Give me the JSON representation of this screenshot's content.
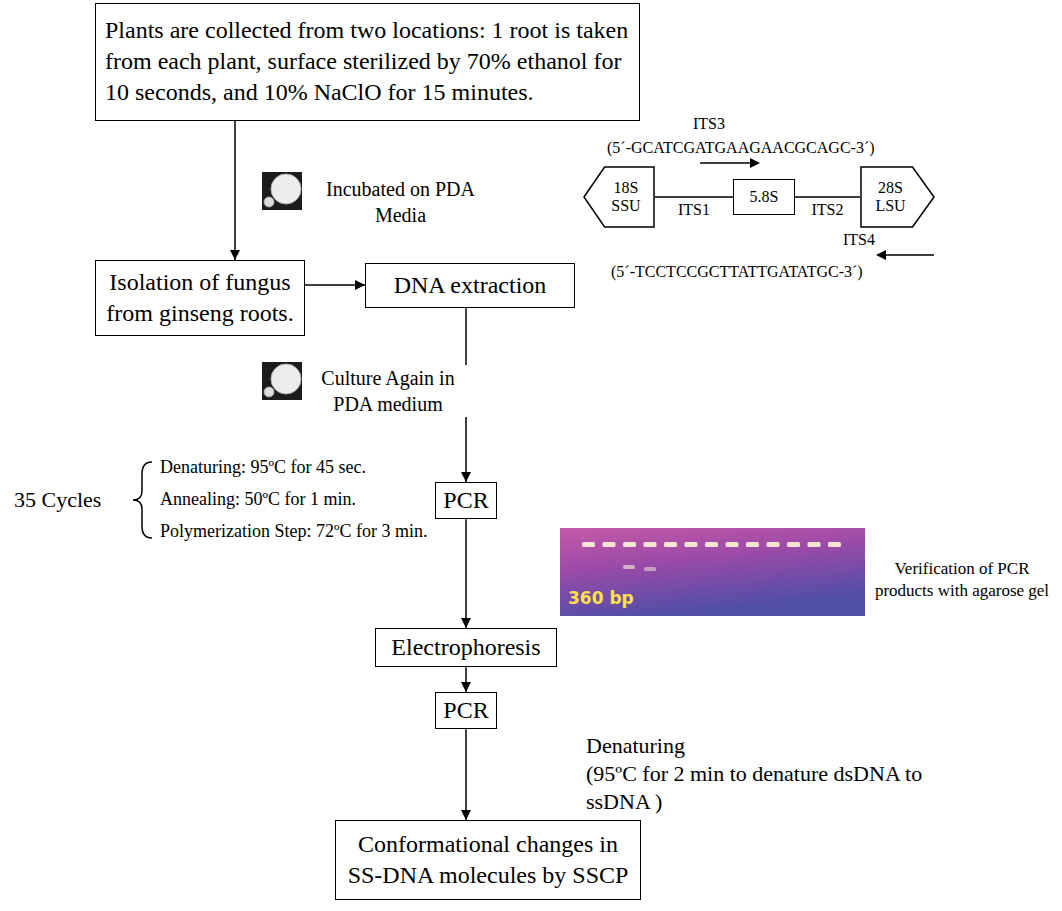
{
  "diagram": {
    "nodes": [
      {
        "text": [
          "Plants are collected from two locations: 1 root is taken from each plant, surface sterilized by 70% ethanol for 10 seconds, and 10% NaClO for 15 minutes."
        ]
      },
      {
        "text": [
          "Isolation of fungus from ginseng roots."
        ]
      },
      {
        "text": [
          "DNA extraction"
        ]
      },
      {
        "text": [
          "PCR"
        ]
      },
      {
        "text": [
          "18S SSU"
        ]
      },
      {
        "text": [
          "5.8S"
        ]
      },
      {
        "text": [
          "28S LSU"
        ]
      },
      {
        "text": [
          "Electrophoresis"
        ]
      },
      {
        "text": [
          "PCR"
        ]
      },
      {
        "text": [
          "Conformational changes in SS-DNA molecules by SSCP"
        ]
      }
    ],
    "edges": [
      {
        "from": 0,
        "to": 1,
        "arrow": "to"
      },
      {
        "from": 1,
        "to": 2,
        "arrow": "to"
      },
      {
        "from": 2,
        "to": 3,
        "arrow": "to"
      },
      {
        "from": 4,
        "to": 5,
        "label": "ITS1",
        "arrow": "none"
      },
      {
        "from": 5,
        "to": 6,
        "label": "ITS2",
        "arrow": "none"
      },
      {
        "from": 3,
        "to": 7,
        "arrow": "to"
      },
      {
        "from": 7,
        "to": 8,
        "arrow": "to"
      },
      {
        "from": 8,
        "to": 9,
        "arrow": "to"
      }
    ],
    "labels": [
      "Incubated on PDA Media",
      "Culture Again in PDA medium",
      "35 Cycles",
      "Denaturing: 95ºC for 45 sec.",
      "Annealing: 50ºC for 1 min.",
      "Polymerization Step: 72ºC for 3 min.",
      "ITS3",
      "(5´-GCATCGATGAAGAACGCAGC-3´)",
      "ITS4",
      "(5´-TCCTCCGCTTATTGATATGC-3´)",
      "360 bp",
      "Verification of PCR products with agarose gel",
      "Denaturing",
      "(95ºC for 2 min to denature dsDNA to ssDNA )"
    ]
  }
}
